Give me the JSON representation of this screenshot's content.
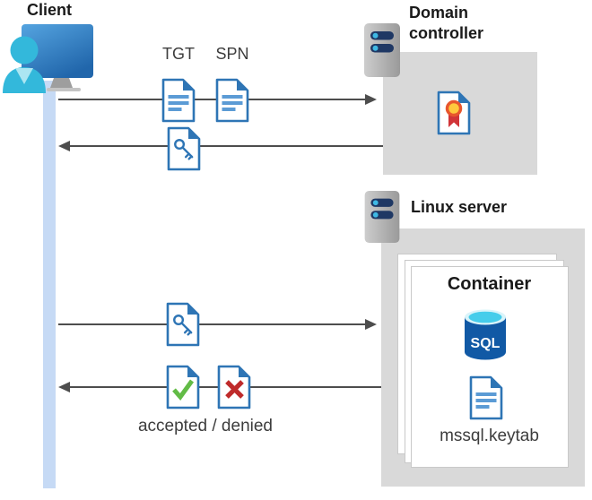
{
  "nodes": {
    "client": {
      "label": "Client"
    },
    "domain_controller": {
      "label": "Domain controller"
    },
    "linux_server": {
      "label": "Linux server"
    },
    "container": {
      "label": "Container",
      "database_label": "SQL",
      "keytab_file": "mssql.keytab"
    }
  },
  "flows": {
    "ticket_request": {
      "labels": [
        "TGT",
        "SPN"
      ]
    },
    "auth_result": {
      "label": "accepted / denied"
    }
  },
  "icons": {
    "client": "user-monitor-icon",
    "domain_controller": "server-tower-icon",
    "linux_server": "server-tower-icon",
    "ticket_documents": "document-icon",
    "service_ticket": "key-document-icon",
    "certificate": "certificate-document-icon",
    "accepted": "check-document-icon",
    "denied": "cross-document-icon",
    "database": "sql-database-icon",
    "keytab": "document-icon"
  },
  "colors": {
    "accent_blue": "#2e75b5",
    "doc_line_blue": "#5b9bd5",
    "check_green": "#62bb46",
    "cross_red": "#bf2b2b",
    "ribbon_red": "#d13438",
    "rosette_yellow": "#ffc83d",
    "rosette_ring": "#e8562d",
    "server_navy": "#1f3864",
    "server_dot_blue": "#3fb9e4",
    "sql_body_blue": "#1159a5",
    "sql_top_cyan": "#45cdeb",
    "person_cyan": "#33b8db",
    "arrow_gray": "#4d4d4d",
    "box_gray": "#d9d9d9",
    "client_line_blue": "#c6daf5",
    "text_dark": "#1a1a1a",
    "text_gray": "#3d3d3d"
  }
}
